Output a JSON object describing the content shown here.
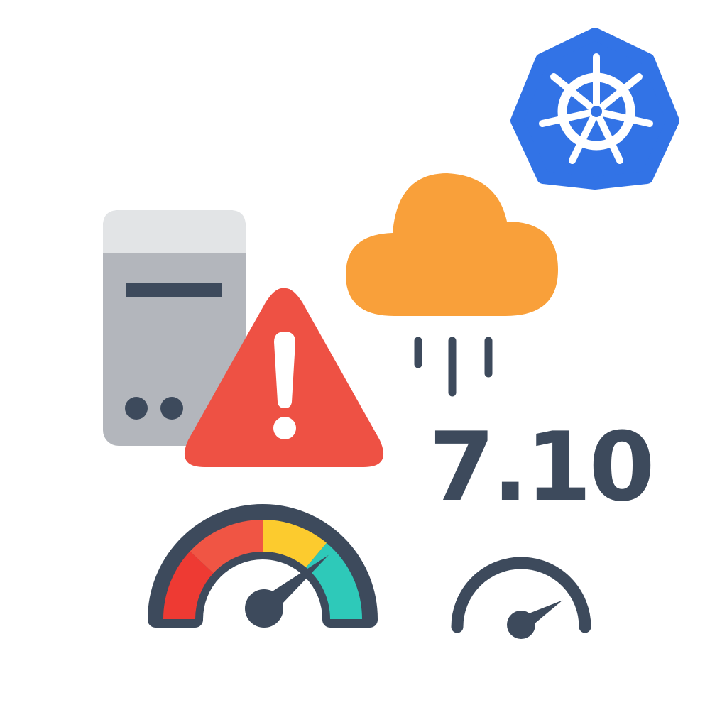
{
  "metric": {
    "value": "7.10"
  },
  "gauge_large": {
    "level_fraction": 0.78
  },
  "gauge_small": {
    "level_fraction": 0.83
  },
  "icons": [
    "server-icon",
    "warning-triangle-icon",
    "cloud-rain-icon",
    "kubernetes-helm-icon",
    "speedometer-gauge-icon",
    "small-gauge-icon"
  ],
  "colors": {
    "ink": "#3d4a5c",
    "server_body": "#b3b6bc",
    "server_top": "#e2e4e6",
    "warning": "#ee5144",
    "cloud": "#f9a03a",
    "kubernetes": "#3273e6",
    "gauge_red": "#ee3a33",
    "gauge_coral": "#f05544",
    "gauge_yellow": "#fccb2e",
    "gauge_teal": "#2ec9b9"
  }
}
